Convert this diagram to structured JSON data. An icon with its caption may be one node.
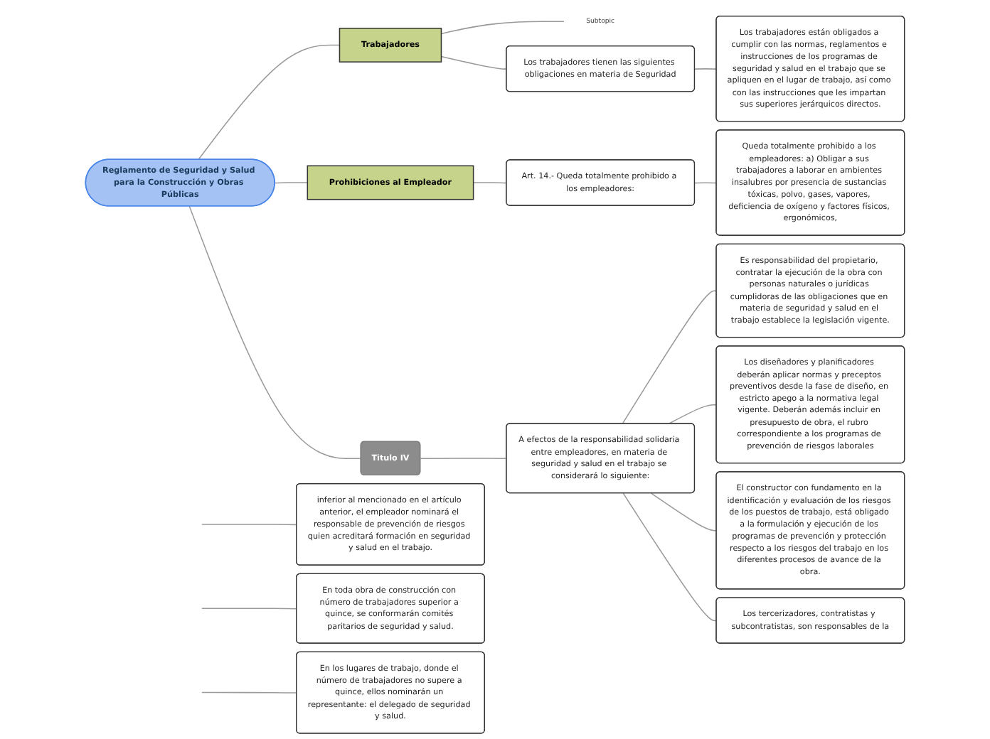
{
  "diagram": {
    "nodes": [
      {
        "text": [
          "Reglamento de Seguridad y Salud para la Construcción y Obras Públicas"
        ]
      },
      {
        "text": [
          "Trabajadores"
        ]
      },
      {
        "text": [
          "Subtopic"
        ]
      },
      {
        "text": [
          "Los trabajadores tienen las siguientes obligaciones en materia de Seguridad"
        ]
      },
      {
        "text": [
          "Los trabajadores están obligados a cumplir con las normas, reglamentos e instrucciones de los programas de seguridad y salud en el trabajo que se apliquen en el lugar de trabajo, así como con las instrucciones que les impartan sus superiores jerárquicos directos."
        ]
      },
      {
        "text": [
          "Prohibiciones al Empleador"
        ]
      },
      {
        "text": [
          "Art. 14.- Queda totalmente prohibido a los empleadores:"
        ]
      },
      {
        "text": [
          "Queda totalmente prohibido a los empleadores: a) Obligar a sus trabajadores a laborar en ambientes insalubres por presencia de sustancias tóxicas, polvo, gases, vapores, deficiencia de oxígeno y factores físicos, ergonómicos,"
        ]
      },
      {
        "text": [
          "Titulo IV"
        ]
      },
      {
        "text": [
          "A efectos de la responsabilidad solidaria entre empleadores, en materia de seguridad y salud en el trabajo se considerará lo siguiente:"
        ]
      },
      {
        "text": [
          "Es responsabilidad del propietario, contratar la ejecución de la obra con personas naturales o jurídicas cumplidoras de las obligaciones que en materia de seguridad y salud en el trabajo establece la legislación vigente."
        ]
      },
      {
        "text": [
          "Los diseñadores y planificadores deberán aplicar normas y preceptos preventivos desde la fase de diseño, en estricto apego a la normativa legal vigente. Deberán además incluir en presupuesto de obra, el rubro correspondiente a los programas de prevención de riesgos laborales"
        ]
      },
      {
        "text": [
          "El constructor con fundamento en la identificación y evaluación de los riesgos de los puestos de trabajo, está obligado a la formulación y ejecución de los programas de prevención y protección respecto a los riesgos del trabajo en los diferentes procesos de avance de la obra."
        ]
      },
      {
        "text": [
          "Los tercerizadores, contratistas y subcontratistas, son responsables de la"
        ]
      },
      {
        "text": [
          "inferior al mencionado en el artículo anterior, el empleador nominará el responsable de prevención de riesgos quien acreditará formación en seguridad y salud en el trabajo."
        ]
      },
      {
        "text": [
          "En toda obra de construcción con número de trabajadores superior a quince, se conformarán comités paritarios de seguridad y salud."
        ]
      },
      {
        "text": [
          "En los lugares de trabajo, donde el número de trabajadores no supere a quince, ellos nominarán un representante: el delegado de seguridad y salud."
        ]
      }
    ],
    "edges": [
      {
        "from": 0,
        "to": 1,
        "arrow": "none"
      },
      {
        "from": 1,
        "to": 2,
        "arrow": "none"
      },
      {
        "from": 1,
        "to": 3,
        "arrow": "none"
      },
      {
        "from": 3,
        "to": 4,
        "arrow": "none"
      },
      {
        "from": 0,
        "to": 5,
        "arrow": "none"
      },
      {
        "from": 5,
        "to": 6,
        "arrow": "none"
      },
      {
        "from": 6,
        "to": 7,
        "arrow": "none"
      },
      {
        "from": 0,
        "to": 8,
        "arrow": "none"
      },
      {
        "from": 8,
        "to": 9,
        "arrow": "none"
      },
      {
        "from": 9,
        "to": 10,
        "arrow": "none"
      },
      {
        "from": 9,
        "to": 11,
        "arrow": "none"
      },
      {
        "from": 9,
        "to": 12,
        "arrow": "none"
      },
      {
        "from": 9,
        "to": 13,
        "arrow": "none"
      },
      {
        "from": null,
        "to": 14,
        "arrow": "none"
      },
      {
        "from": null,
        "to": 15,
        "arrow": "none"
      },
      {
        "from": null,
        "to": 16,
        "arrow": "none"
      }
    ]
  }
}
